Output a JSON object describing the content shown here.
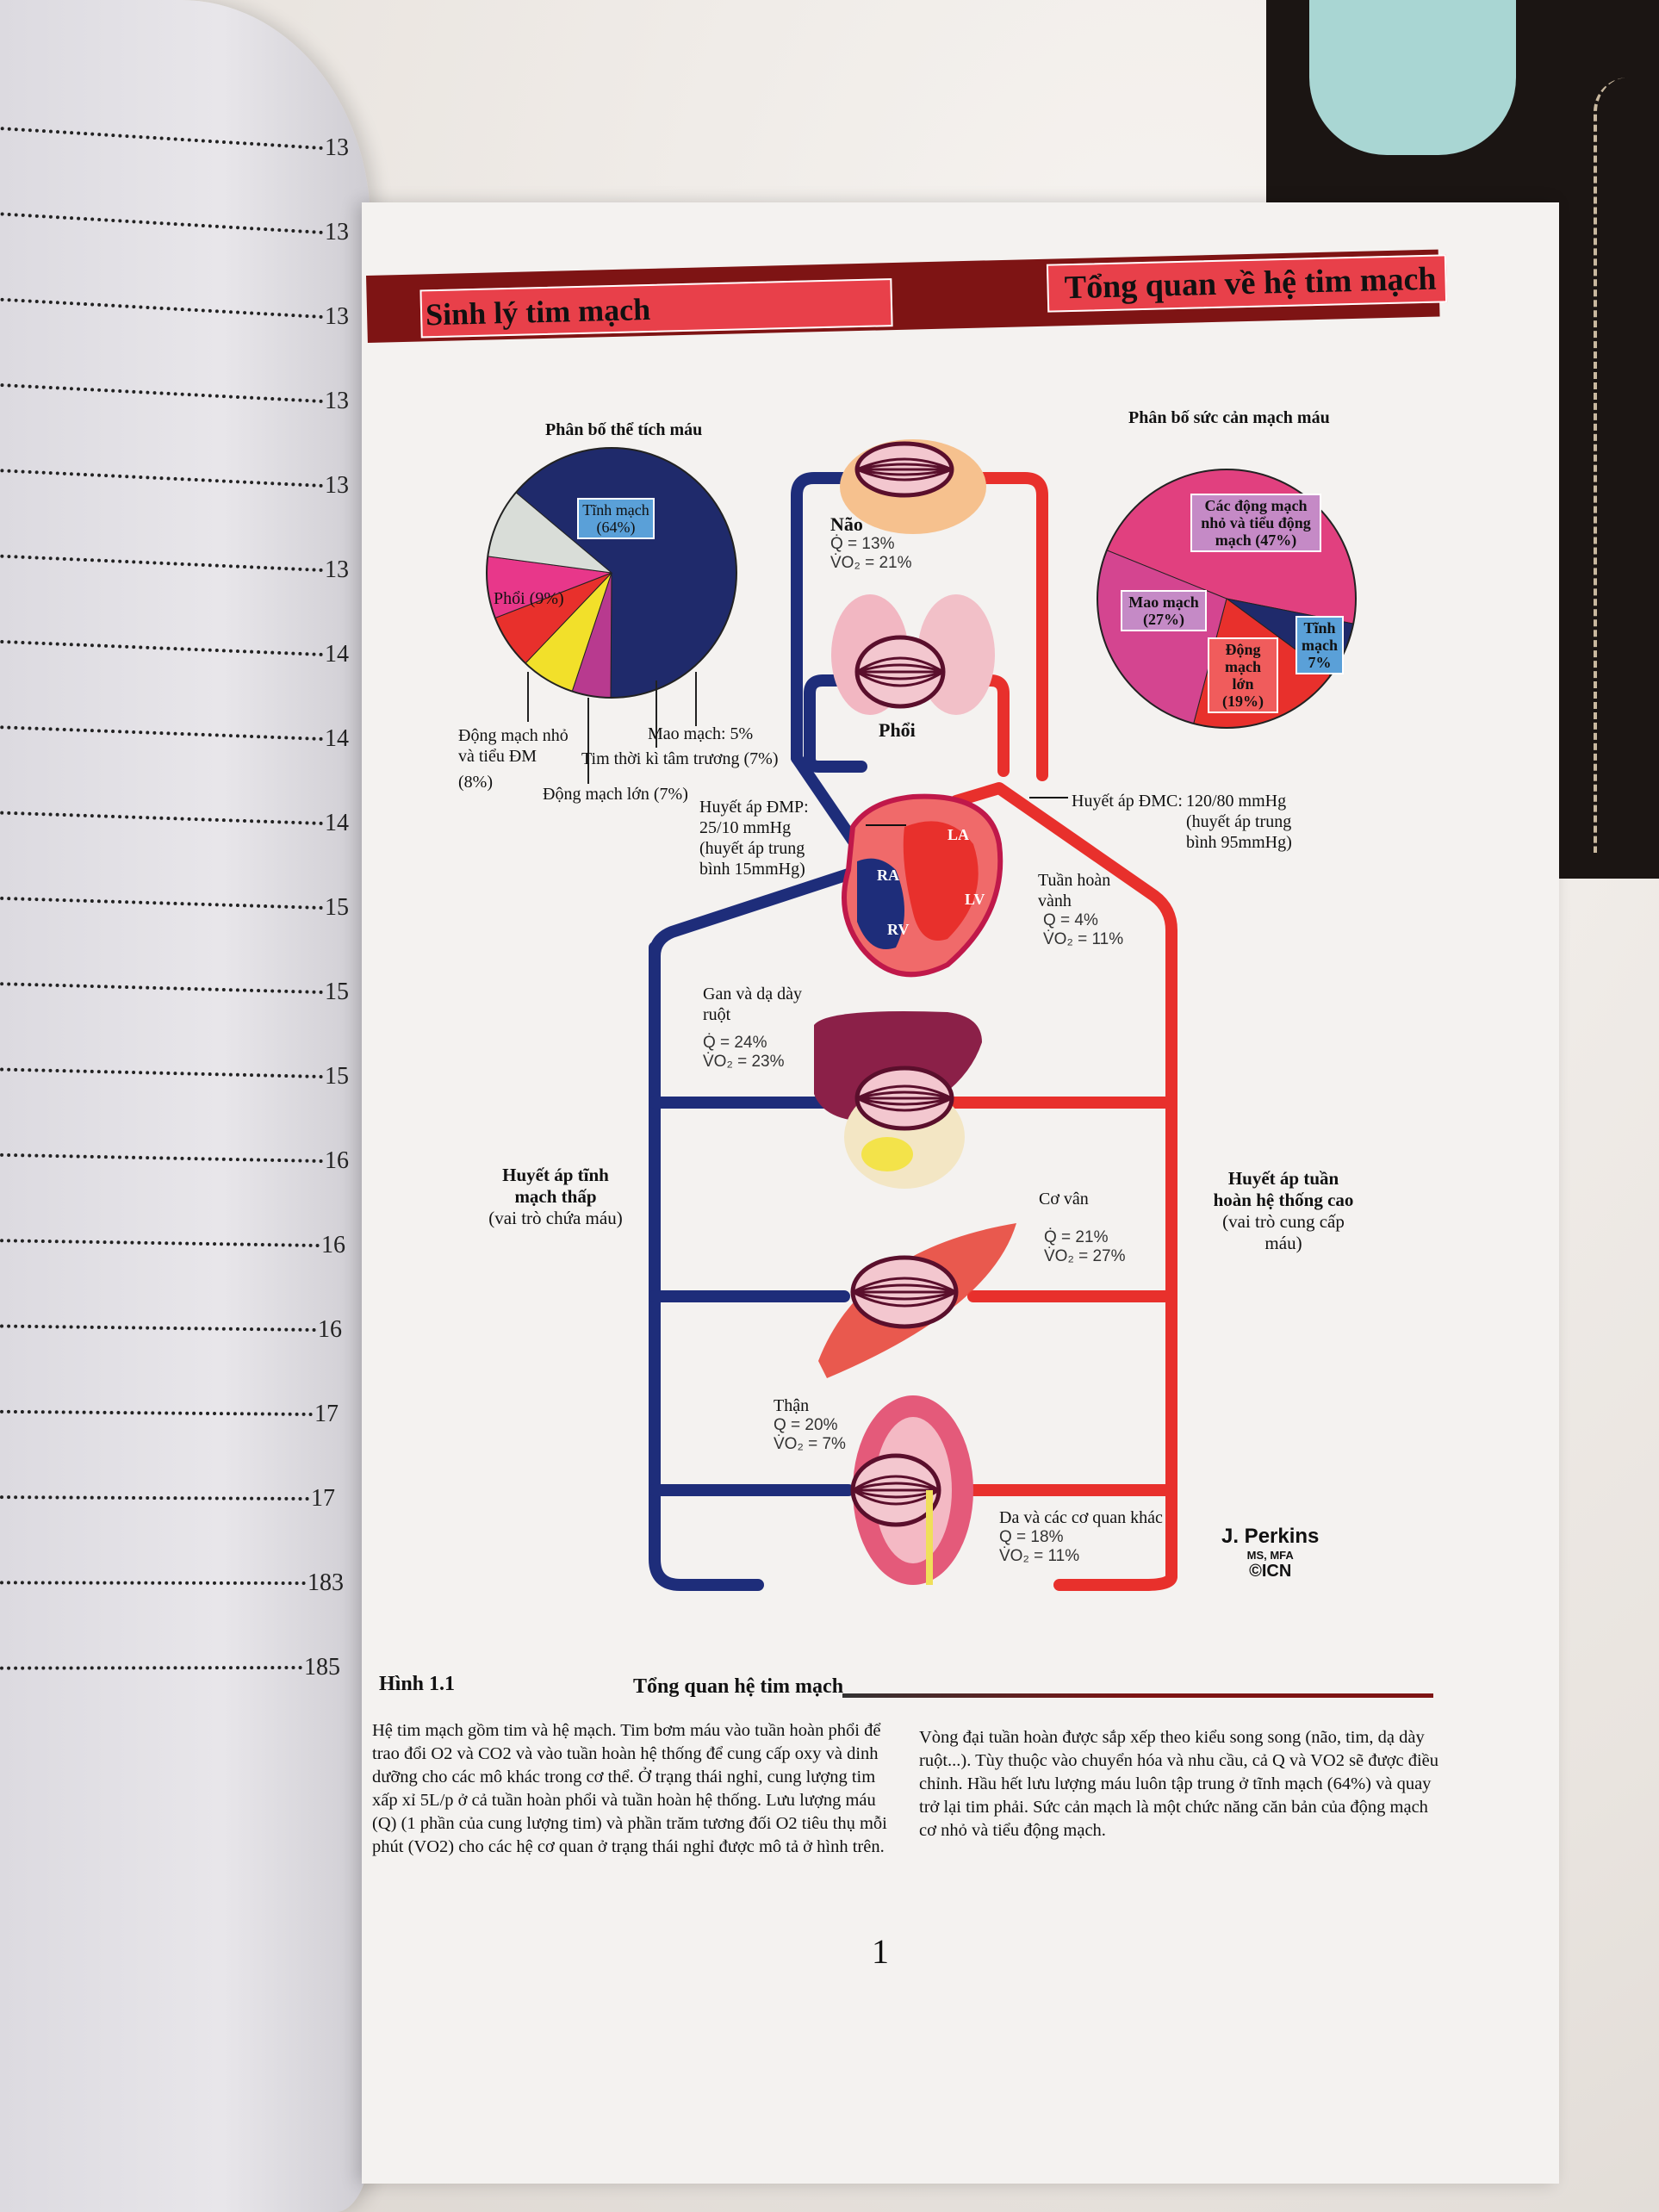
{
  "header": {
    "left_title": "Sinh lý tim mạch",
    "right_title": "Tổng quan về hệ tim mạch",
    "colors": {
      "band": "#7e1414",
      "label_bg": "#e8404a"
    }
  },
  "left_page": {
    "toc_page_numbers": [
      "13",
      "13",
      "13",
      "13",
      "13",
      "13",
      "14",
      "14",
      "14",
      "15",
      "15",
      "15",
      "16",
      "16",
      "16",
      "17",
      "17",
      "183",
      "185"
    ]
  },
  "chart_data": [
    {
      "type": "pie",
      "title": "Phân bố thể tích máu",
      "slices": [
        {
          "label": "Tĩnh mạch",
          "value": 64,
          "color": "#1f2a6b"
        },
        {
          "label": "Mao mạch",
          "value": 5,
          "color": "#b83a8f"
        },
        {
          "label": "Tim thời kì tâm trương",
          "value": 7,
          "color": "#f2e02a"
        },
        {
          "label": "Động mạch lớn",
          "value": 7,
          "color": "#e8302c"
        },
        {
          "label": "Động mạch nhỏ và tiểu ĐM",
          "value": 8,
          "color": "#e8378a"
        },
        {
          "label": "Phổi",
          "value": 9,
          "color": "#d9ddd8"
        }
      ],
      "annotations": {
        "veins": [
          "Tĩnh mạch",
          "(64%)"
        ],
        "lungs": "Phổi (9%)",
        "capillaries": "Mao mạch: 5%",
        "heart": "Tim thời kì tâm trương (7%)",
        "large_arteries": "Động mạch lớn (7%)",
        "small_arteries": [
          "Động mạch nhỏ",
          "và tiểu ĐM",
          "(8%)"
        ]
      }
    },
    {
      "type": "pie",
      "title": "Phân bố sức cản mạch máu",
      "slices": [
        {
          "label": "Các động mạch nhỏ và tiểu động mạch",
          "value": 47,
          "color": "#e1407f"
        },
        {
          "label": "Tĩnh mạch",
          "value": 7,
          "color": "#1f2a6b"
        },
        {
          "label": "Động mạch lớn",
          "value": 19,
          "color": "#e8302c"
        },
        {
          "label": "Mao mạch",
          "value": 27,
          "color": "#d44590"
        }
      ],
      "annotations": {
        "small_arteries": [
          "Các động mạch",
          "nhỏ và tiểu động",
          "mạch (47%)"
        ],
        "capillaries": [
          "Mao mạch",
          "(27%)"
        ],
        "large_arteries": [
          "Động",
          "mạch lớn",
          "(19%)"
        ],
        "veins": [
          "Tĩnh",
          "mạch",
          "7%"
        ]
      }
    }
  ],
  "diagram": {
    "organs": [
      {
        "name": "Não",
        "q": "Q̇ = 13%",
        "vo2": "V̇O₂ = 21%"
      },
      {
        "name": "Phổi"
      },
      {
        "name": "Tuần hoàn vành",
        "name_lines": [
          "Tuần hoàn",
          "vành"
        ],
        "q": "Q = 4%",
        "vo2": "V̇O₂ = 11%"
      },
      {
        "name": "Gan và dạ dày ruột",
        "name_lines": [
          "Gan và dạ dày",
          "ruột"
        ],
        "q": "Q̇ = 24%",
        "vo2": "V̇O₂ = 23%"
      },
      {
        "name": "Cơ vân",
        "q": "Q̇ = 21%",
        "vo2": "V̇O₂ = 27%"
      },
      {
        "name": "Thận",
        "q": "Q = 20%",
        "vo2": "V̇O₂ = 7%"
      },
      {
        "name": "Da và các cơ quan khác",
        "q": "Q = 18%",
        "vo2": "V̇O₂ = 11%"
      }
    ],
    "heart_chambers": [
      "RA",
      "RV",
      "LA",
      "LV"
    ],
    "pulmonary_pressure": [
      "Huyết áp ĐMP:",
      "25/10 mmHg",
      "(huyết áp trung",
      "bình 15mmHg)"
    ],
    "aortic_pressure": {
      "label": "Huyết áp ĐMC:",
      "lines": [
        "120/80 mmHg",
        "(huyết áp trung",
        "bình 95mmHg)"
      ]
    },
    "venous_side": {
      "bold": [
        "Huyết áp tĩnh",
        "mạch thấp"
      ],
      "note": "(vai trò chứa máu)"
    },
    "arterial_side": {
      "bold": [
        "Huyết áp tuần",
        "hoàn hệ thống cao"
      ],
      "note": [
        "(vai trò cung cấp",
        "máu)"
      ]
    },
    "credit": {
      "author": "J. Perkins",
      "degree": "MS, MFA",
      "logo": "©ICN"
    },
    "colors": {
      "vein": "#1e2d7a",
      "artery": "#e8302c"
    }
  },
  "caption": {
    "figure_label": "Hình 1.1",
    "figure_title": "Tổng quan hệ tim mạch"
  },
  "body": {
    "left_lines": [
      "Hệ tim mạch gồm tim và hệ mạch. Tim bơm máu vào tuần hoàn phổi để",
      "trao đổi O2 và CO2 và vào tuần hoàn hệ thống để cung cấp oxy và dinh",
      "dưỡng cho các mô khác trong cơ thể. Ở trạng thái nghỉ, cung lượng tim",
      "xấp xỉ 5L/p ở cả tuần hoàn phổi và tuần hoàn hệ thống. Lưu lượng máu",
      "(Q) (1 phần của cung lượng tim) và phần trăm tương đối O2 tiêu thụ mỗi",
      "phút (VO2) cho các hệ cơ quan ở trạng thái nghỉ được mô tả ở hình trên."
    ],
    "right_lines": [
      "Vòng đại tuần hoàn được sắp xếp theo kiểu song song (não, tim, dạ dày",
      "ruột...). Tùy thuộc vào chuyển hóa và nhu cầu, cả Q và VO2 sẽ được điều",
      "chỉnh. Hầu hết lưu lượng máu luôn tập trung ở tĩnh mạch (64%) và quay",
      "trở lại tim phải. Sức cản mạch là một chức năng căn bản của động mạch",
      "cơ nhỏ và tiểu động mạch."
    ]
  },
  "page_number": "1"
}
